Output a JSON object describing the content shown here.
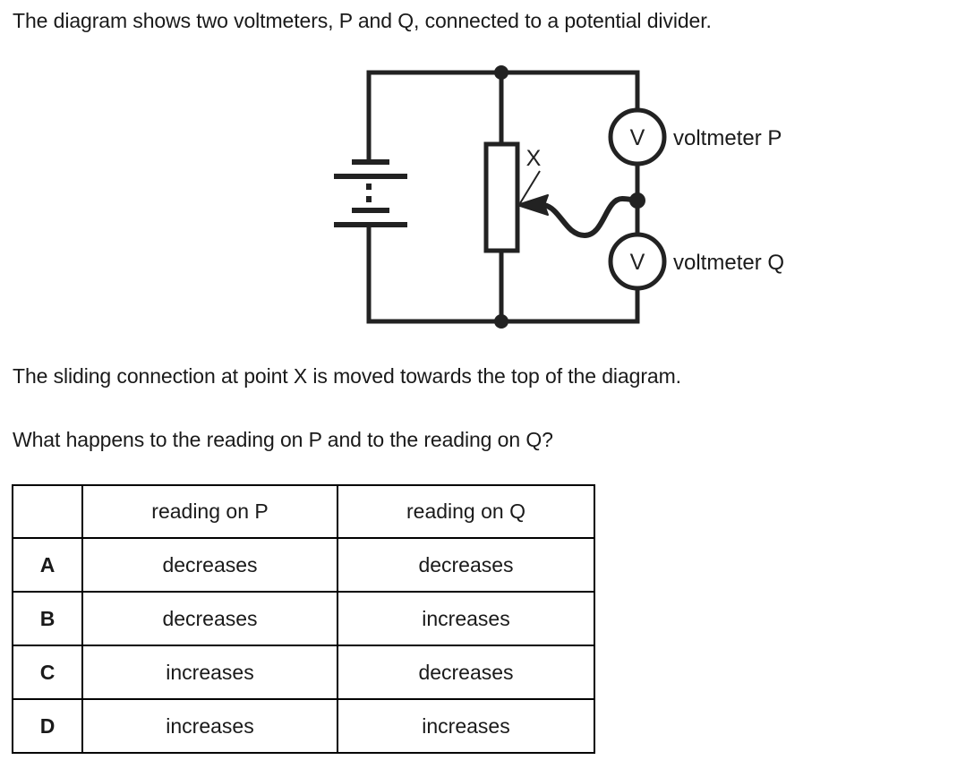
{
  "question": {
    "intro": "The diagram shows two voltmeters, P and Q, connected to a potential divider.",
    "stem_line_1": "The sliding connection at point X is moved towards the top of the diagram.",
    "stem_line_2": "What happens to the reading on P and to the reading on Q?"
  },
  "diagram": {
    "name": "potential-divider-circuit",
    "battery_label": "",
    "slider_label": "X",
    "voltmeter_p": {
      "symbol": "V",
      "label": "voltmeter P"
    },
    "voltmeter_q": {
      "symbol": "V",
      "label": "voltmeter Q"
    },
    "stroke_color": "#222222",
    "background_color": "#ffffff"
  },
  "answer_table": {
    "headers": [
      "",
      "reading on P",
      "reading on Q"
    ],
    "rows": [
      {
        "key": "A",
        "p": "decreases",
        "q": "decreases"
      },
      {
        "key": "B",
        "p": "decreases",
        "q": "increases"
      },
      {
        "key": "C",
        "p": "increases",
        "q": "decreases"
      },
      {
        "key": "D",
        "p": "increases",
        "q": "increases"
      }
    ]
  }
}
